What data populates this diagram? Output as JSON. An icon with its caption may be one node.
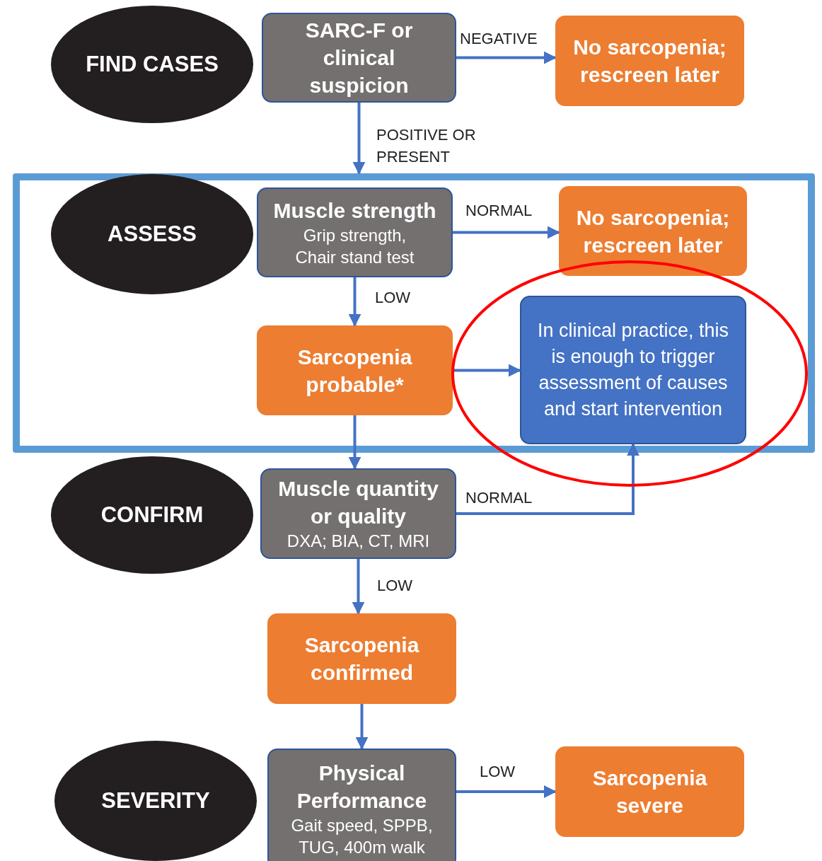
{
  "diagram": {
    "nodes": [
      {
        "text": [
          "FIND CASES"
        ]
      },
      {
        "text": [
          "SARC-F or clinical suspicion"
        ]
      },
      {
        "text": [
          "No sarcopenia; rescreen later"
        ]
      },
      {
        "text": [],
        "shape": "box"
      },
      {
        "text": [
          "ASSESS"
        ],
        "in": 3
      },
      {
        "text": [
          "Muscle strength",
          "Grip strength, Chair stand test"
        ],
        "in": 3
      },
      {
        "text": [
          "No sarcopenia; rescreen later"
        ],
        "in": 3
      },
      {
        "text": [
          "Sarcopenia probable*"
        ],
        "in": 3
      },
      {
        "text": [
          "In clinical practice, this is enough to trigger assessment of causes and start intervention"
        ],
        "in": 3
      },
      {
        "text": [
          "CONFIRM"
        ]
      },
      {
        "text": [
          "Muscle quantity or quality",
          "DXA; BIA, CT, MRI"
        ]
      },
      {
        "text": [
          "Sarcopenia confirmed"
        ]
      },
      {
        "text": [
          "SEVERITY"
        ]
      },
      {
        "text": [
          "Physical Performance",
          "Gait speed, SPPB, TUG, 400m walk"
        ]
      },
      {
        "text": [
          "Sarcopenia severe"
        ]
      }
    ],
    "edges": [
      {
        "from": 1,
        "to": 2,
        "arrow": "to",
        "label": "NEGATIVE"
      },
      {
        "from": 1,
        "to": 3,
        "arrow": "to",
        "label": "POSITIVE OR PRESENT"
      },
      {
        "from": 5,
        "to": 6,
        "arrow": "to",
        "label": "NORMAL"
      },
      {
        "from": 5,
        "to": 7,
        "arrow": "to",
        "label": "LOW"
      },
      {
        "from": 7,
        "to": 8,
        "arrow": "to"
      },
      {
        "from": 7,
        "to": 10,
        "arrow": "to"
      },
      {
        "from": 10,
        "to": 8,
        "arrow": "to",
        "label": "NORMAL"
      },
      {
        "from": 10,
        "to": 11,
        "arrow": "to",
        "label": "LOW"
      },
      {
        "from": 11,
        "to": 13,
        "arrow": "to"
      },
      {
        "from": 13,
        "to": 14,
        "arrow": "to",
        "label": "LOW"
      }
    ]
  }
}
